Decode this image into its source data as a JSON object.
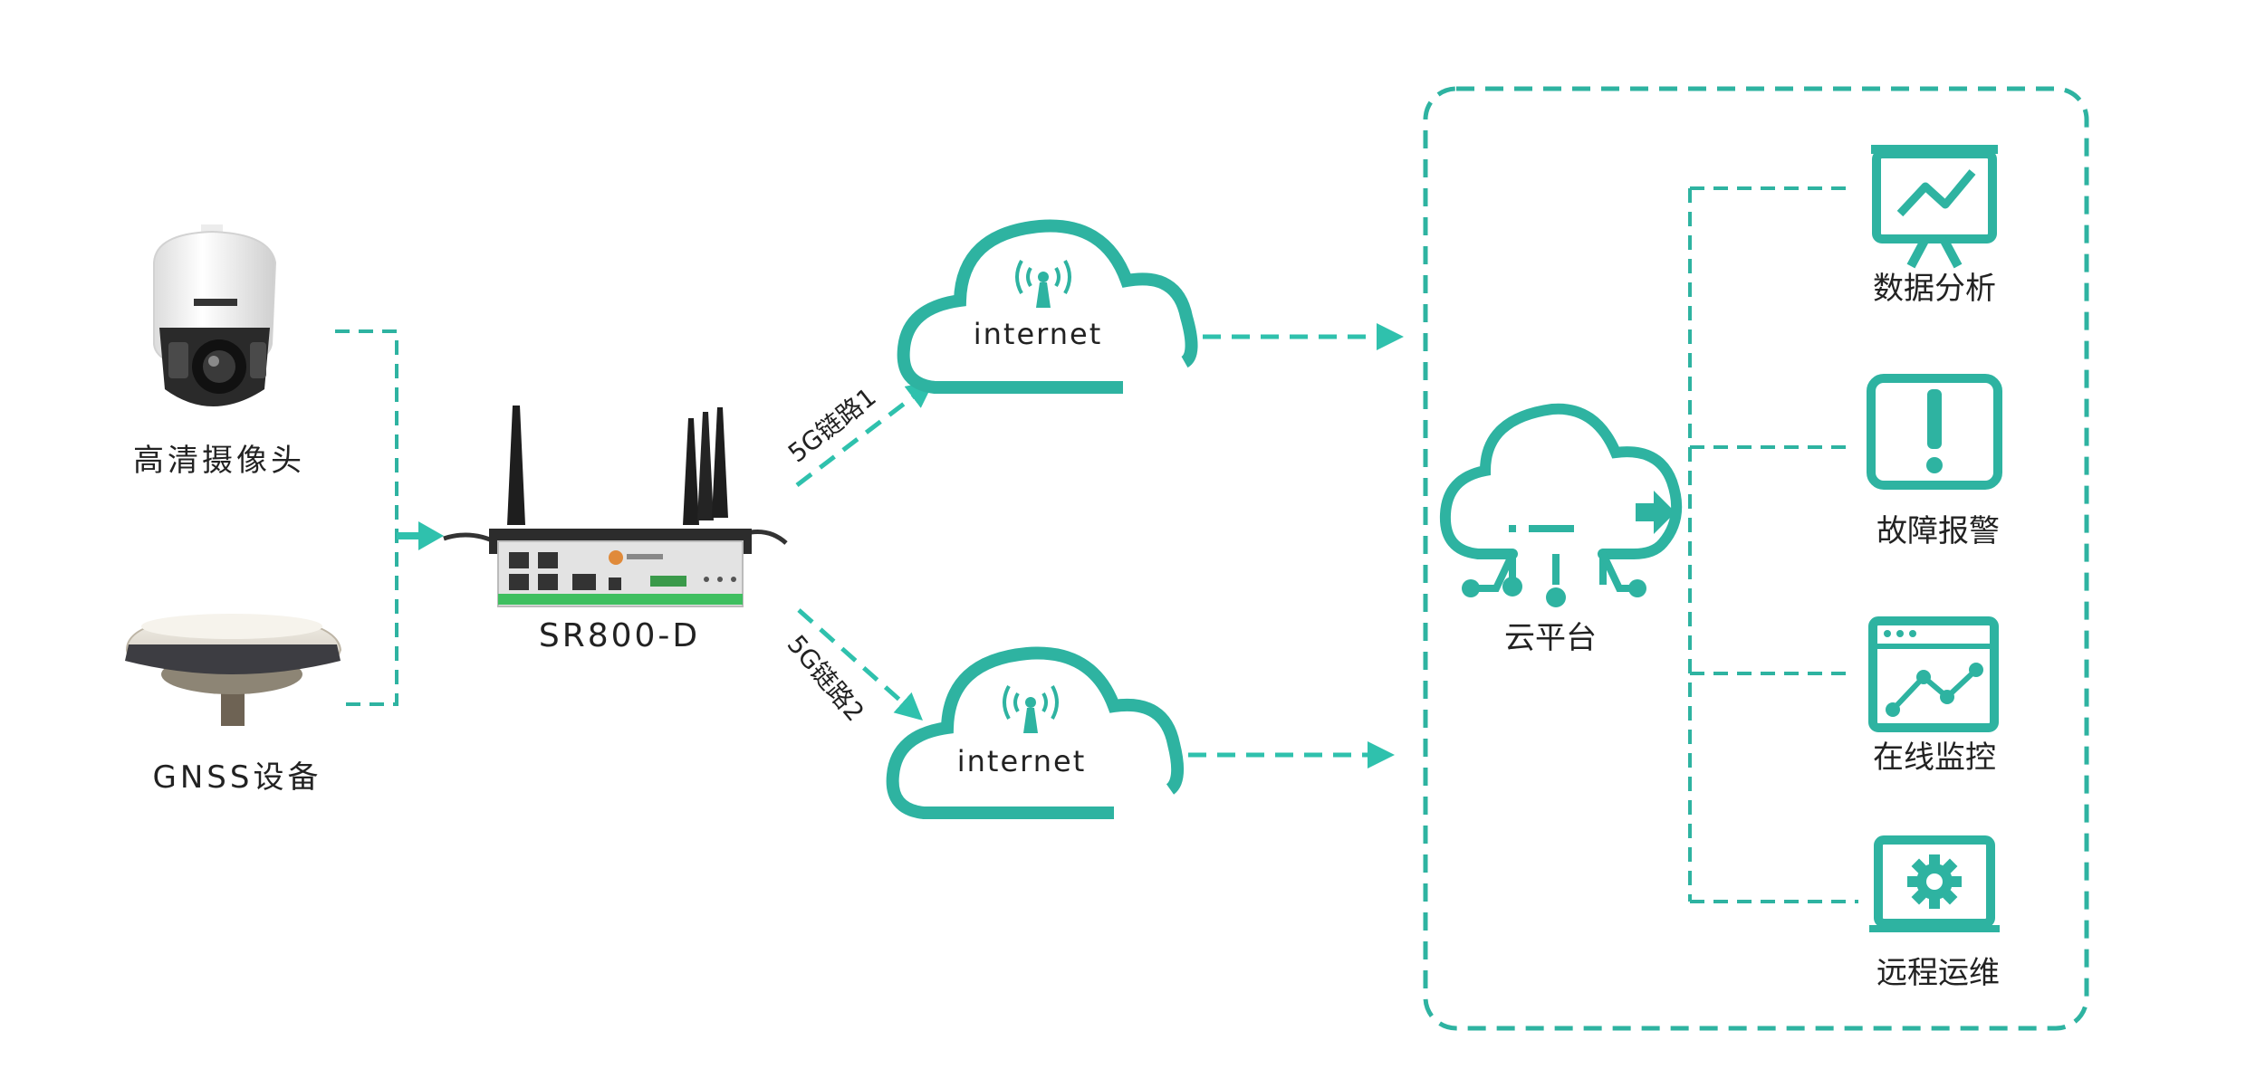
{
  "colors": {
    "teal": "#2eb3a1",
    "arrow": "#2fc1ad",
    "dark": "#222222",
    "router_green": "#3fbf60"
  },
  "devices": {
    "camera_label": "高清摄像头",
    "gnss_label": "GNSS设备",
    "router_label": "SR800-D"
  },
  "links": {
    "link1_label": "5G链路1",
    "link2_label": "5G链路2"
  },
  "clouds": {
    "cloud1_text": "internet",
    "cloud2_text": "internet"
  },
  "platform": {
    "label": "云平台",
    "services": [
      {
        "label": "数据分析",
        "icon": "chart-presentation-icon"
      },
      {
        "label": "故障报警",
        "icon": "alert-icon"
      },
      {
        "label": "在线监控",
        "icon": "monitor-browser-icon"
      },
      {
        "label": "远程运维",
        "icon": "gear-screen-icon"
      }
    ]
  }
}
